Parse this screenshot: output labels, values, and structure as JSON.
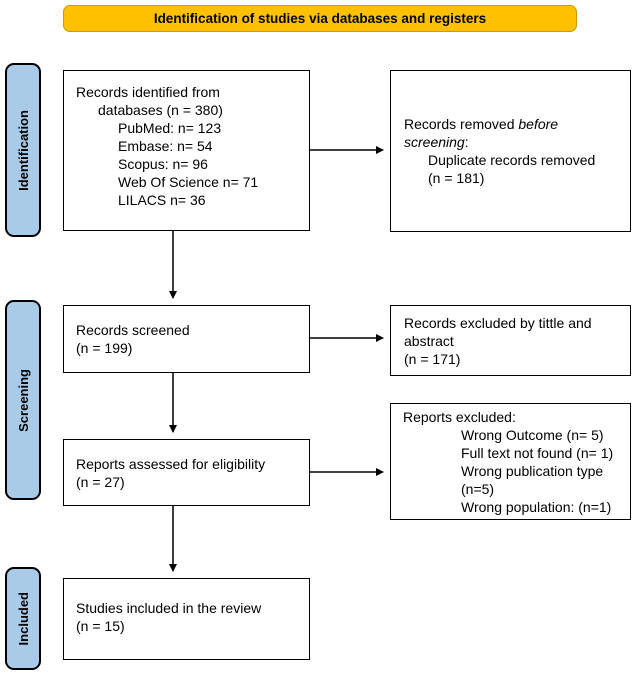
{
  "banner": {
    "label": "Identification of studies via databases and registers"
  },
  "stages": [
    {
      "label": "Identification"
    },
    {
      "label": "Screening"
    },
    {
      "label": "Included"
    }
  ],
  "colors": {
    "banner_fill": "#FFC000",
    "banner_border": "#CE9A00",
    "stage_fill": "#A9CBE8",
    "box_border": "#000000",
    "arrow": "#000000"
  },
  "boxes": {
    "identified": {
      "lines": [
        "Records identified from",
        "databases (n = 380)",
        "PubMed: n= 123",
        "Embase: n= 54",
        "Scopus: n= 96",
        "Web Of Science n= 71",
        "LILACS n= 36"
      ]
    },
    "removed": {
      "line1_normal": "Records removed ",
      "line1_italic": "before",
      "line2_italic": "screening",
      "line2_normal": ":",
      "line3": "Duplicate records removed",
      "line4": "(n = 181)"
    },
    "screened": {
      "lines": [
        "Records screened",
        "(n = 199)"
      ]
    },
    "excluded_title": {
      "lines": [
        "Records excluded by tittle and",
        "abstract",
        "(n = 171)"
      ]
    },
    "assessed": {
      "lines": [
        "Reports assessed for eligibility",
        "(n = 27)"
      ]
    },
    "reports_excluded": {
      "title": "Reports excluded:",
      "lines": [
        "Wrong Outcome (n= 5)",
        "Full text not found (n= 1)",
        "Wrong publication type",
        "(n=5)",
        "Wrong population: (n=1)"
      ]
    },
    "included": {
      "lines": [
        "Studies included in the review",
        "(n = 15)"
      ]
    }
  }
}
